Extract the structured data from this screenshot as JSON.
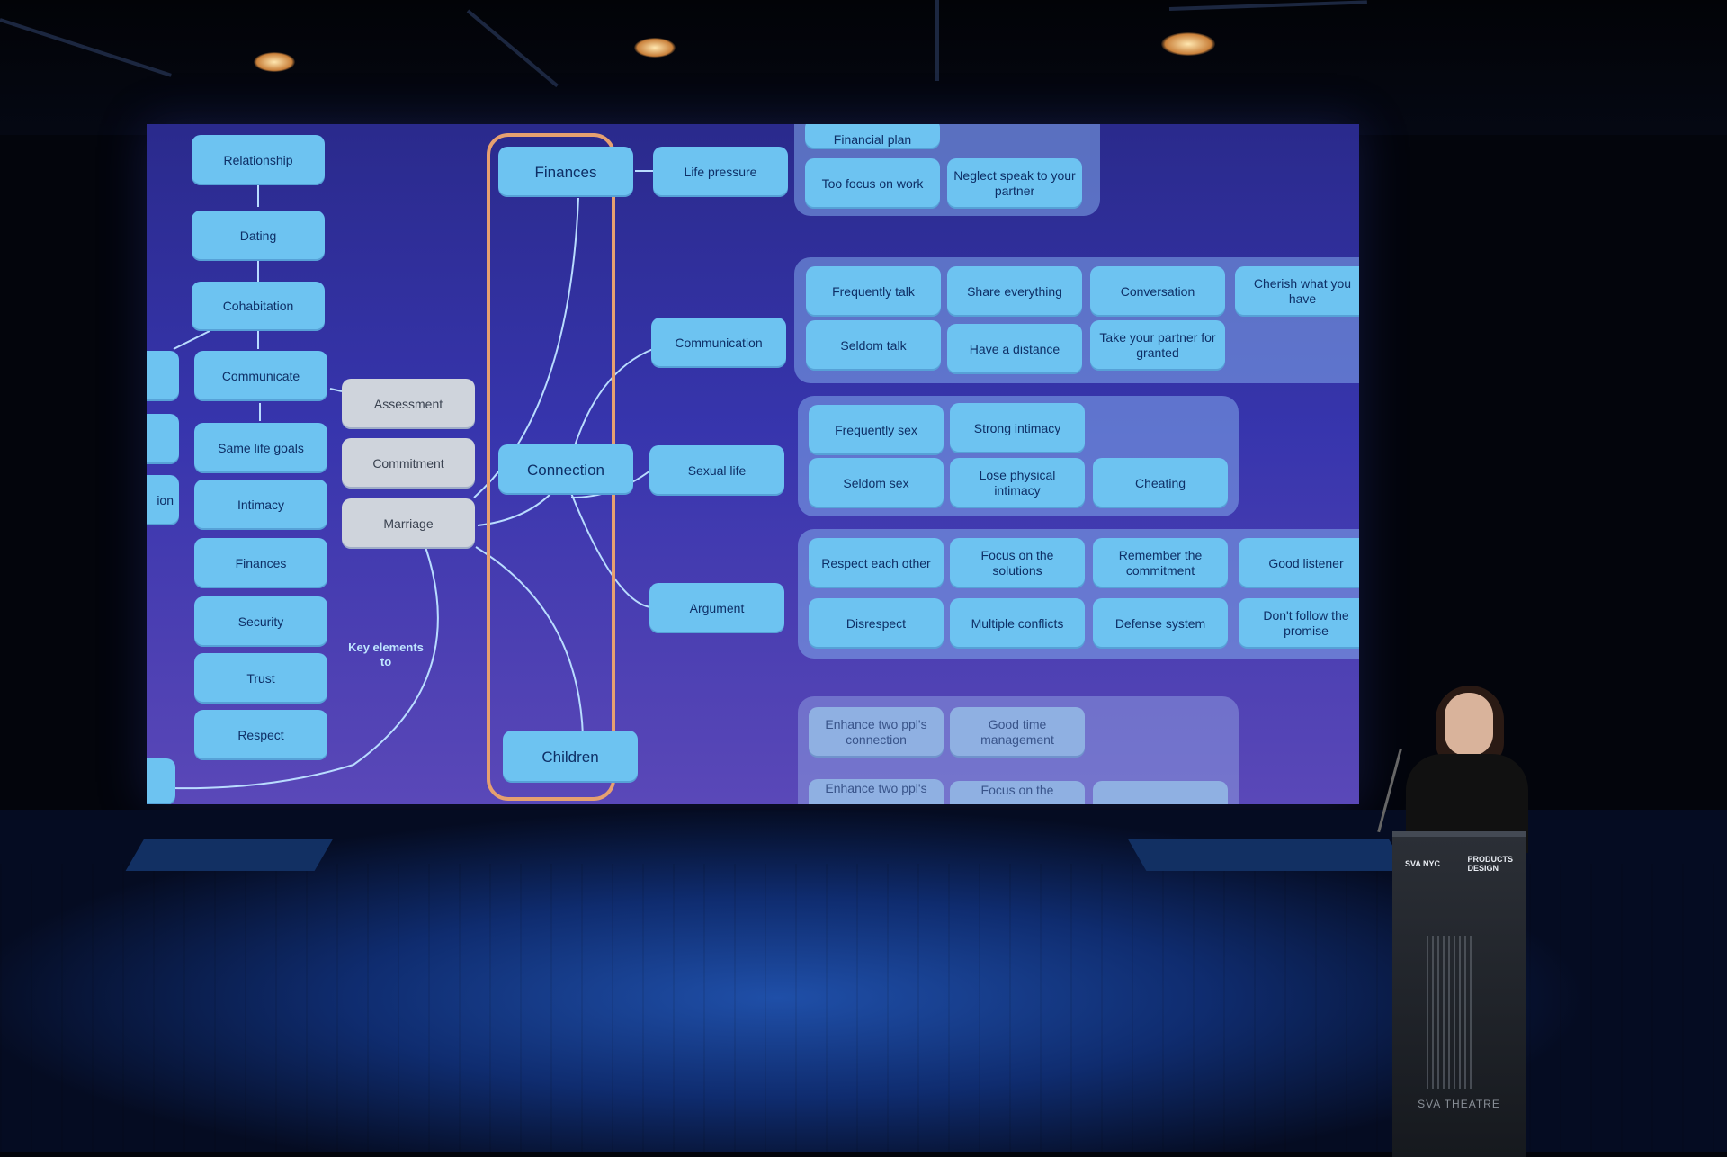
{
  "slide": {
    "left_column": [
      "Relationship",
      "Dating",
      "Cohabitation",
      "Communicate",
      "Same life goals",
      "Intimacy",
      "Finances",
      "Security",
      "Trust",
      "Respect"
    ],
    "edge_partial": [
      "ion"
    ],
    "gray_column": [
      "Assessment",
      "Commitment",
      "Marriage"
    ],
    "caption": "Key elements to",
    "pillars": [
      "Finances",
      "Connection",
      "Children"
    ],
    "categories": [
      "Life pressure",
      "Communication",
      "Sexual life",
      "Argument"
    ],
    "finance_items": [
      "Financial plan",
      "Too focus on work",
      "Neglect speak to your partner"
    ],
    "communication_items": [
      "Frequently talk",
      "Share everything",
      "Conversation",
      "Cherish what you have",
      "Seldom talk",
      "Have a distance",
      "Take your partner for granted"
    ],
    "sexual_items": [
      "Frequently sex",
      "Strong intimacy",
      "Seldom sex",
      "Lose physical intimacy",
      "Cheating"
    ],
    "argument_items": [
      "Respect each other",
      "Focus on the solutions",
      "Remember the commitment",
      "Good listener",
      "Disrespect",
      "Multiple conflicts",
      "Defense system",
      "Don't follow the promise"
    ],
    "children_items": [
      "Enhance two ppl's connection",
      "Good time management",
      "Enhance two ppl's",
      "Focus on the"
    ]
  },
  "podium": {
    "logo_left": "SVA NYC",
    "logo_right_line1": "PRODUCTS",
    "logo_right_line2": "DESIGN",
    "name": "SVA THEATRE"
  },
  "colors": {
    "node": "#6dc3f1",
    "node_text": "#0e2f66",
    "frame": "#e6a070",
    "screen": "#3735ad"
  }
}
